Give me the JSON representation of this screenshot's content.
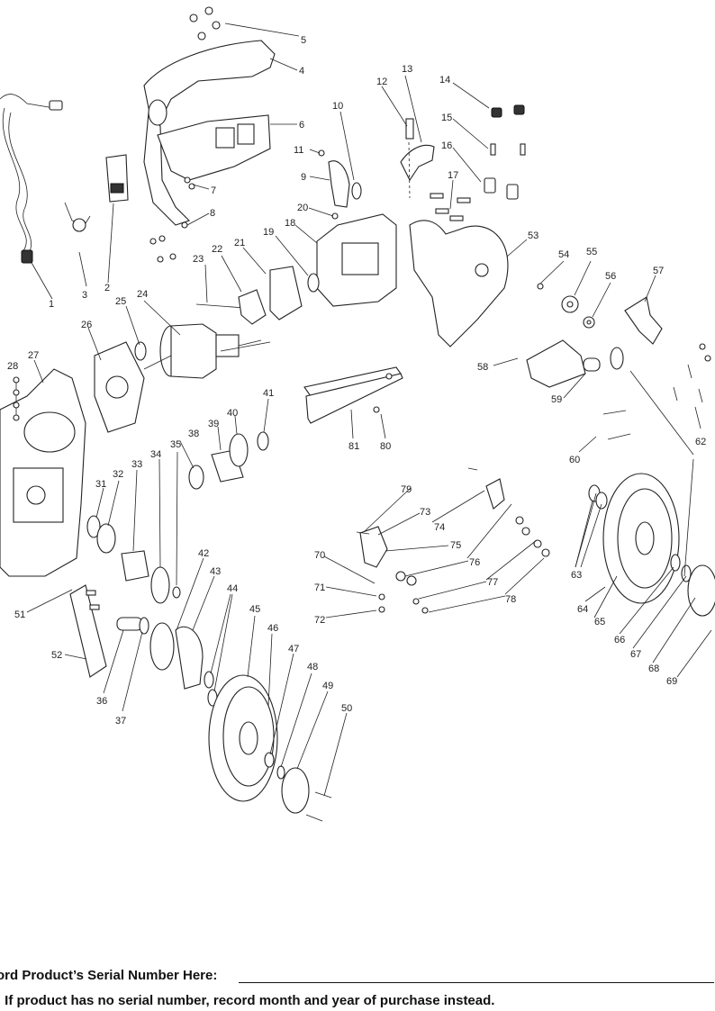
{
  "diagram": {
    "part_numbers": [
      "1",
      "2",
      "3",
      "4",
      "5",
      "6",
      "7",
      "8",
      "9",
      "10",
      "11",
      "12",
      "13",
      "14",
      "15",
      "16",
      "17",
      "18",
      "19",
      "20",
      "21",
      "22",
      "23",
      "24",
      "25",
      "26",
      "27",
      "28",
      "31",
      "32",
      "33",
      "34",
      "35",
      "36",
      "37",
      "38",
      "39",
      "40",
      "41",
      "42",
      "43",
      "44",
      "45",
      "46",
      "47",
      "48",
      "49",
      "50",
      "51",
      "52",
      "53",
      "54",
      "55",
      "56",
      "57",
      "58",
      "59",
      "60",
      "62",
      "63",
      "64",
      "65",
      "66",
      "67",
      "68",
      "69",
      "70",
      "71",
      "72",
      "73",
      "74",
      "75",
      "76",
      "77",
      "78",
      "79",
      "80",
      "81"
    ]
  },
  "footer": {
    "serial_label": "ord Product’s Serial Number Here:",
    "serial_note": ": If product has no serial number, record month and year of purchase instead."
  }
}
